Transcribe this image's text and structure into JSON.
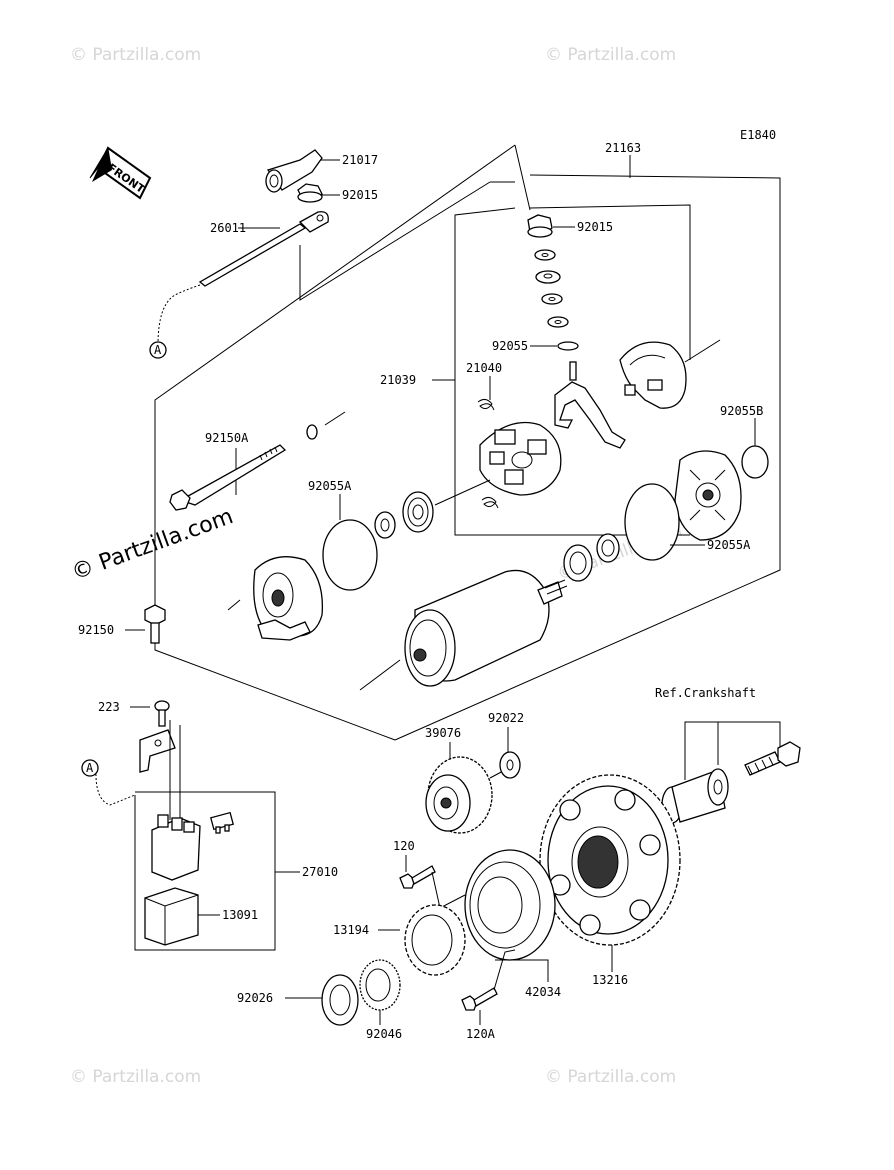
{
  "code": "E1840",
  "front_label": "FRONT",
  "watermark": "© Partzilla.com",
  "connector_marker": "A",
  "ref_crankshaft": "Ref.Crankshaft",
  "parts": {
    "p21017": "21017",
    "p92015_top": "92015",
    "p26011": "26011",
    "p21163": "21163",
    "p92015_inner": "92015",
    "p92055": "92055",
    "p21039": "21039",
    "p21040": "21040",
    "p92055B": "92055B",
    "p92150A": "92150A",
    "p92055A_left": "92055A",
    "p92055A_right": "92055A",
    "p92150": "92150",
    "p223": "223",
    "p39076": "39076",
    "p92022": "92022",
    "p27010": "27010",
    "p13091": "13091",
    "p120": "120",
    "p13194": "13194",
    "p42034": "42034",
    "p13216": "13216",
    "p92026": "92026",
    "p92046": "92046",
    "p120A": "120A"
  }
}
